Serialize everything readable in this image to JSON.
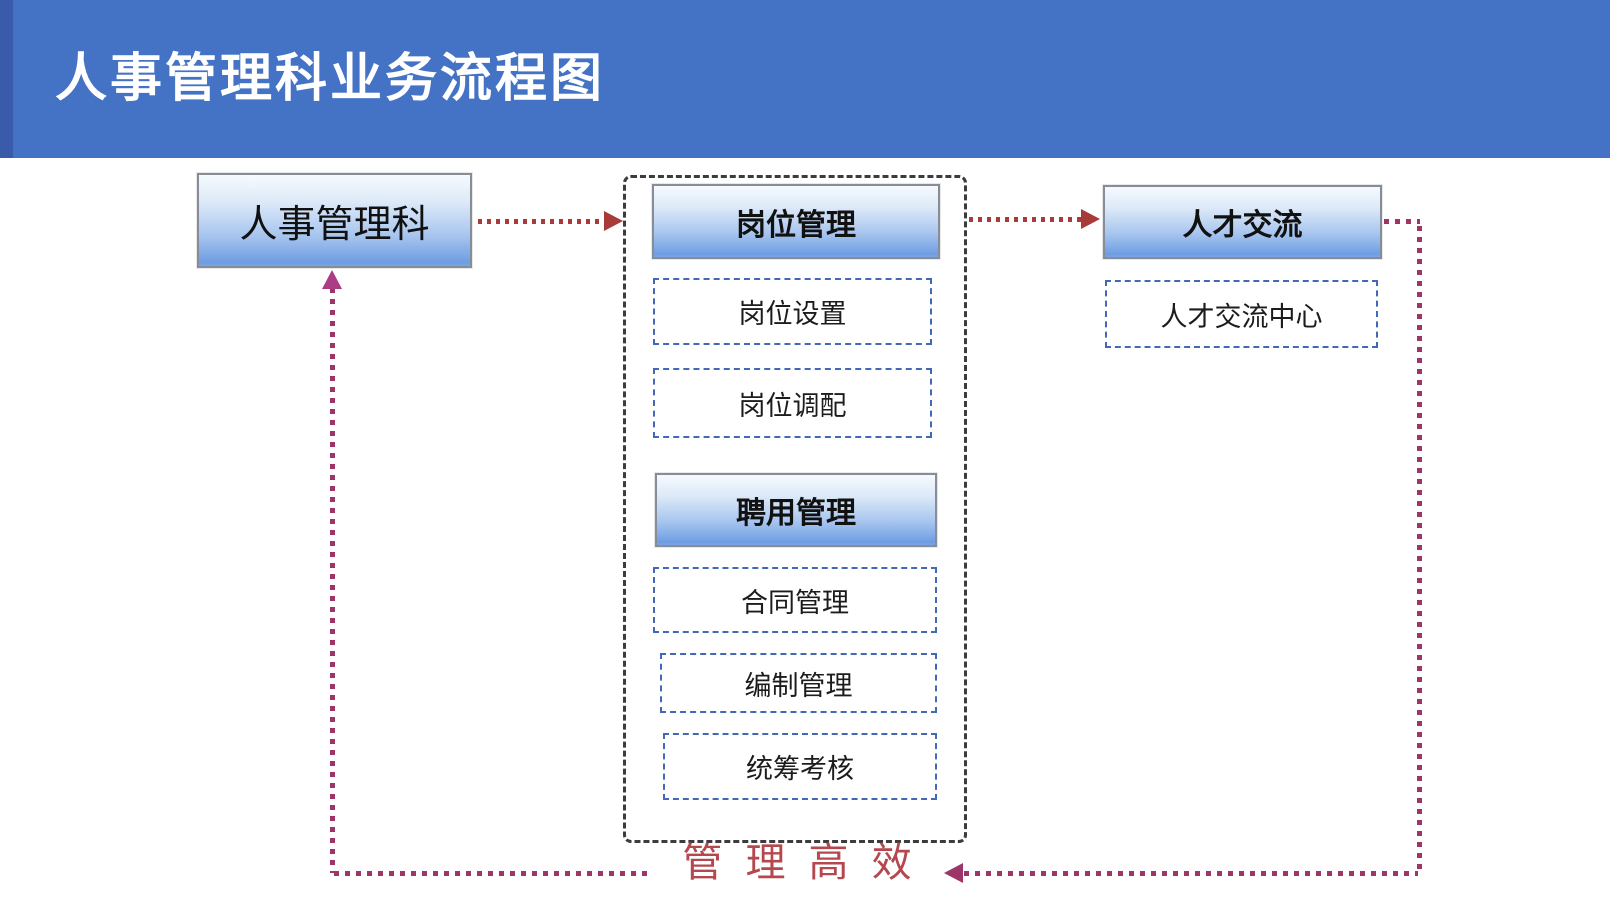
{
  "header": {
    "title": "人事管理科业务流程图"
  },
  "diagram": {
    "personnel": "人事管理科",
    "group1_header": "岗位管理",
    "group1_items": [
      "岗位设置",
      "岗位调配"
    ],
    "group2_header": "聘用管理",
    "group2_items": [
      "合同管理",
      "编制管理",
      "统筹考核"
    ],
    "talent": "人才交流",
    "talent_center": "人才交流中心",
    "footer_slogan": "管 理 高 效"
  },
  "colors": {
    "banner_blue": "#4472C4",
    "banner_edge_blue": "#3A5BA9",
    "node_gradient_bottom": "#6F9DE3",
    "node_border_gray": "#878D96",
    "dashed_blue": "#4169B8",
    "dashed_black": "#3C3C3C",
    "arrow_red": "#A83A3A",
    "arrow_magenta": "#9E3569",
    "arrowhead_up_magenta": "#AC3C86",
    "slogan_red": "#B5474F"
  }
}
